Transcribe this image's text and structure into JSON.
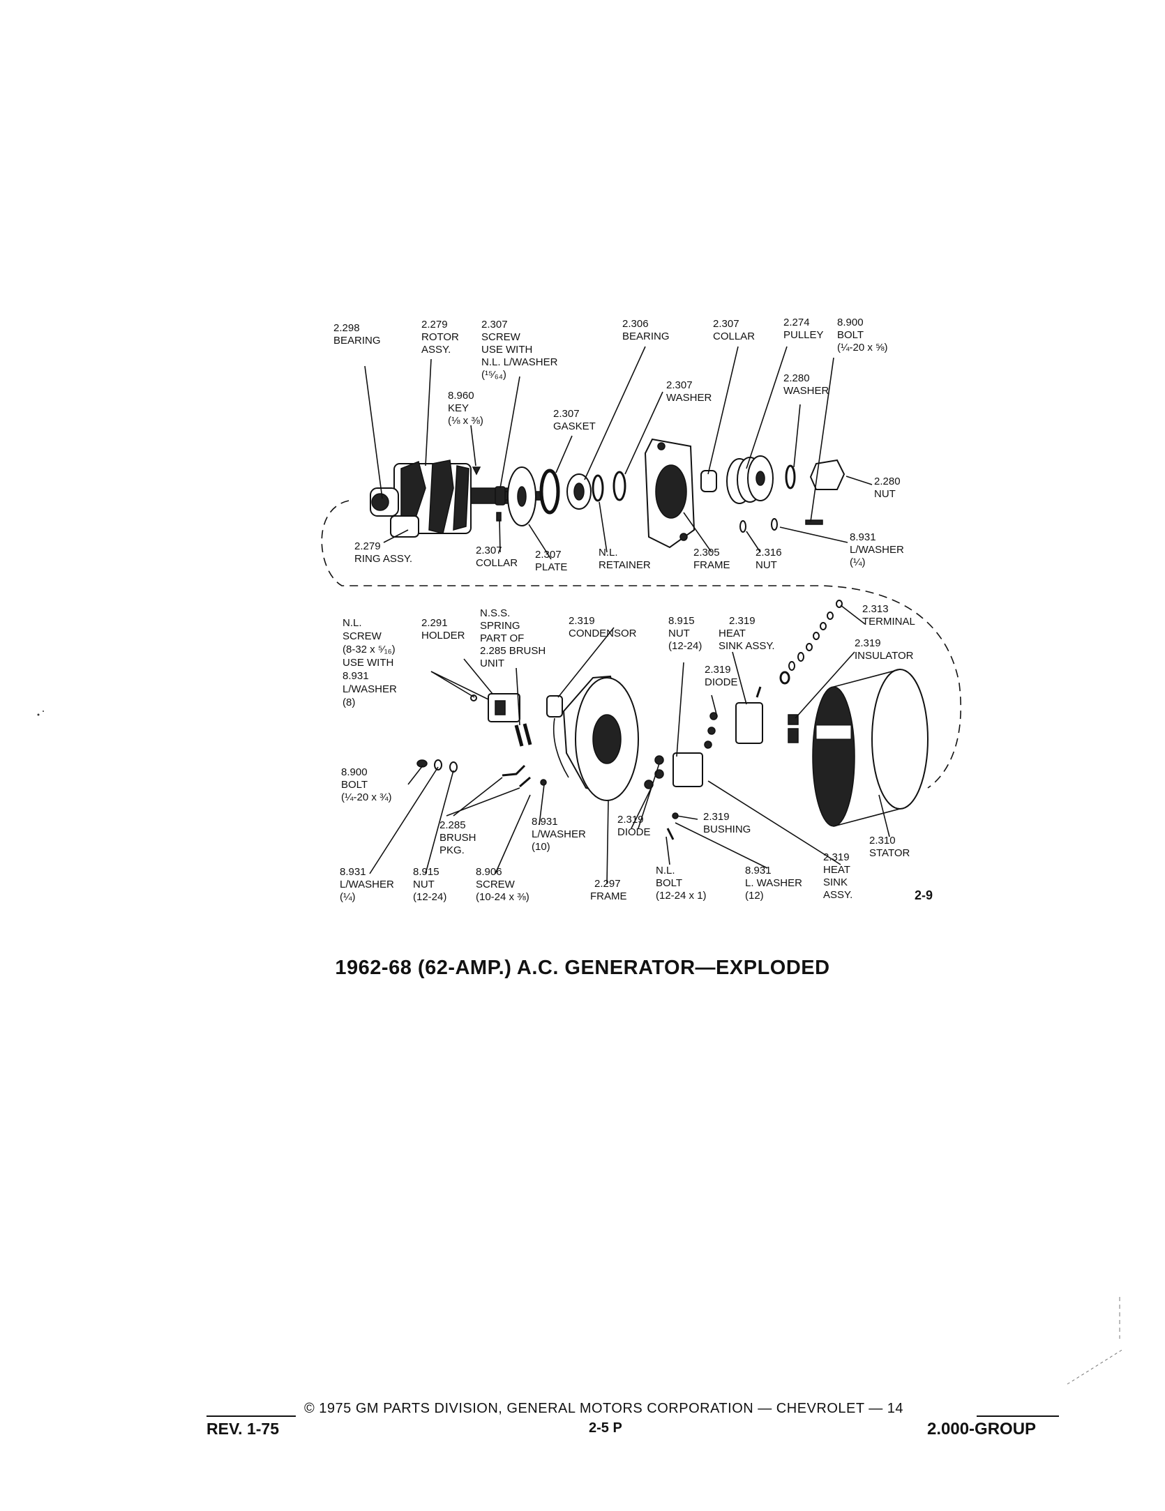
{
  "caption": "1962-68 (62-AMP.) A.C. GENERATOR—EXPLODED",
  "figure_ref": "2-9",
  "footer": {
    "copyright": "© 1975 GM PARTS DIVISION, GENERAL MOTORS CORPORATION — CHEVROLET — 14",
    "revision": "REV. 1-75",
    "page": "2-5 P",
    "group": "2.000-GROUP"
  },
  "callouts": {
    "bearing_2298": [
      "2.298",
      "BEARING"
    ],
    "rotor_2279": [
      "2.279",
      "ROTOR",
      "ASSY."
    ],
    "screw_2307": [
      "2.307",
      "SCREW",
      "USE WITH",
      "N.L. L/WASHER",
      "(¹⁵⁄₆₄)"
    ],
    "key_8960": [
      "8.960",
      "KEY",
      "(⅛ x ⅜)"
    ],
    "gasket_2307": [
      "2.307",
      "GASKET"
    ],
    "bearing_2306": [
      "2.306",
      "BEARING"
    ],
    "washer_2307": [
      "2.307",
      "WASHER"
    ],
    "collar_2307_top": [
      "2.307",
      "COLLAR"
    ],
    "pulley_2274": [
      "2.274",
      "PULLEY"
    ],
    "bolt_8900_top": [
      "8.900",
      "BOLT",
      "(¼-20 x ⅝)"
    ],
    "washer_2280": [
      "2.280",
      "WASHER"
    ],
    "nut_2280": [
      "2.280",
      "NUT"
    ],
    "ring_2279": [
      "2.279",
      "RING ASSY."
    ],
    "collar_2307_bottom": [
      "2.307",
      "COLLAR"
    ],
    "plate_2307": [
      "2.307",
      "PLATE"
    ],
    "retainer_nl": [
      "N.L.",
      "RETAINER"
    ],
    "frame_2305": [
      "2.305",
      "FRAME"
    ],
    "nut_2316": [
      "2.316",
      "NUT"
    ],
    "lwasher_8931_top": [
      "8.931",
      "L/WASHER",
      "(¼)"
    ],
    "screw_nl": [
      "N.L.",
      "SCREW",
      "(8-32 x ⁵⁄₁₆)",
      "USE WITH",
      "8.931",
      "L/WASHER",
      "(8)"
    ],
    "holder_2291": [
      "2.291",
      "HOLDER"
    ],
    "spring_nss": [
      "N.S.S.",
      "SPRING",
      "PART OF",
      "2.285 BRUSH",
      "UNIT"
    ],
    "condensor_2319": [
      "2.319",
      "CONDENSOR"
    ],
    "nut_8915_mid": [
      "8.915",
      "NUT",
      "(12-24)"
    ],
    "heatsink_2319_top": [
      "2.319",
      "HEAT",
      "SINK ASSY."
    ],
    "terminal_2313": [
      "2.313",
      "TERMINAL"
    ],
    "insulator_2319": [
      "2.319",
      "INSULATOR"
    ],
    "diode_2319_top": [
      "2.319",
      "DIODE"
    ],
    "bolt_8900_left": [
      "8.900",
      "BOLT",
      "(¼-20 x ¾)"
    ],
    "brush_2285": [
      "2.285",
      "BRUSH",
      "PKG."
    ],
    "lwasher_8931_mid": [
      "8.931",
      "L/WASHER",
      "(10)"
    ],
    "diode_2319_bottom": [
      "2.319",
      "DIODE"
    ],
    "bushing_2319": [
      "2.319",
      "BUSHING"
    ],
    "stator_2310": [
      "2.310",
      "STATOR"
    ],
    "lwasher_8931_left": [
      "8.931",
      "L/WASHER",
      "(¼)"
    ],
    "nut_8915_left": [
      "8.915",
      "NUT",
      "(12-24)"
    ],
    "screw_8906": [
      "8.906",
      "SCREW",
      "(10-24 x ⅜)"
    ],
    "frame_2297": [
      "2.297",
      "FRAME"
    ],
    "bolt_nl": [
      "N.L.",
      "BOLT",
      "(12-24 x 1)"
    ],
    "lwasher_8931_right": [
      "8.931",
      "L. WASHER",
      "(12)"
    ],
    "heatsink_2319_bottom": [
      "2.319",
      "HEAT",
      "SINK",
      "ASSY."
    ]
  }
}
